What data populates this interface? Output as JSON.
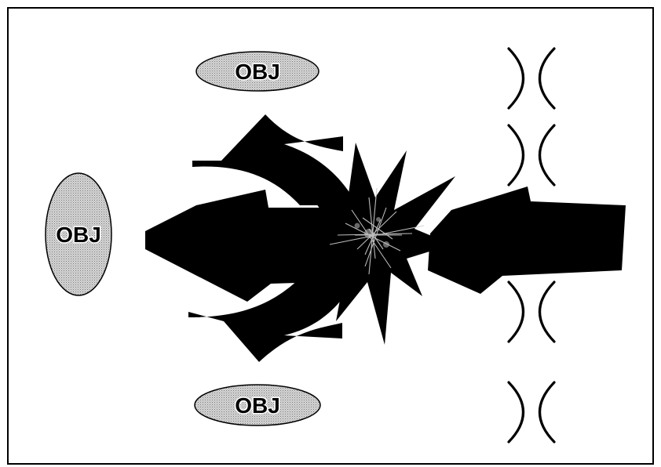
{
  "diagram": {
    "objects": [
      {
        "id": "top",
        "label": "OBJ"
      },
      {
        "id": "left",
        "label": "OBJ"
      },
      {
        "id": "bottom",
        "label": "OBJ"
      }
    ],
    "ports_count": 4,
    "colors": {
      "frame": "#000000",
      "object_fill": "#c4c4c4",
      "arrow": "#000000",
      "burst_fill": "#000000",
      "burst_accent": "#cfcfcf",
      "background": "#ffffff"
    },
    "elements": [
      "object-ellipse",
      "incoming-arrow",
      "outgoing-arrows",
      "collision-burst",
      "port-symbols"
    ]
  }
}
